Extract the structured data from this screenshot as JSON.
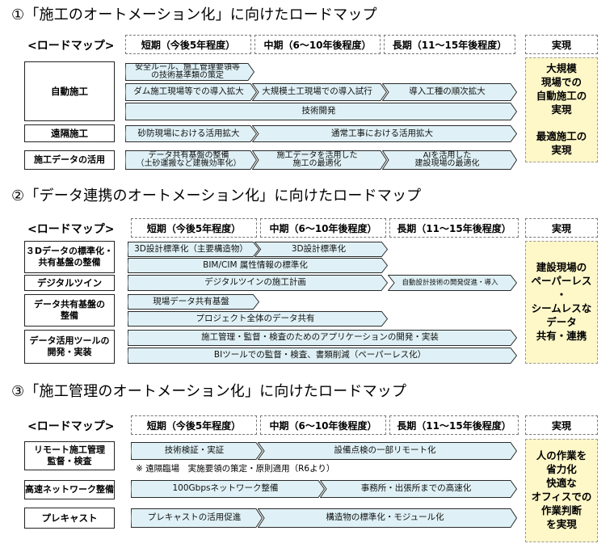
{
  "colors": {
    "bar_fill": "#dff1f6",
    "bar_stroke": "#2a2a2a",
    "result_fill": "#fef7c8"
  },
  "header_labels": {
    "roadmap": "<ロードマップ>",
    "short": "短期（今後5年程度）",
    "mid": "中期（6～10年後程度）",
    "long": "長期（11～15年後程度）",
    "realize": "実現"
  },
  "sections": [
    {
      "title": "①「施工のオートメーション化」に向けたロードマップ",
      "rows": [
        {
          "label": "自動施工"
        },
        {
          "label": "遠隔施工"
        },
        {
          "label": "施工データの活用"
        }
      ],
      "bars": [
        "安全ルール、施工管理要領等\nの技術基準類の策定",
        "ダム施工現場等での導入拡大",
        "大規模土工現場での導入試行",
        "導入工種の順次拡大",
        "技術開発",
        "砂防現場における活用拡大",
        "通常工事における活用拡大",
        "データ共有基盤の整備\n（土砂運搬など建機効率化）",
        "施工データを活用した\n施工の最適化",
        "AIを活用した\n建設現場の最適化"
      ],
      "result": "大規模\n現場での\n自動施工の\n実現\n\n最適施工の\n実現"
    },
    {
      "title": "②「データ連携のオートメーション化」に向けたロードマップ",
      "rows": [
        {
          "label": "３Dデータの標準化・\n共有基盤の整備"
        },
        {
          "label": "デジタルツイン"
        },
        {
          "label": "データ共有基盤の\n整備"
        },
        {
          "label": "データ活用ツールの\n開発・実装"
        }
      ],
      "bars": [
        "3D設計標準化（主要構造物）",
        "3D設計標準化",
        "BIM/CIM 属性情報の標準化",
        "デジタルツインの施工計画",
        "自動設計技術の開発促進・導入",
        "現場データ共有基盤",
        "プロジェクト全体のデータ共有",
        "施工管理・監督・検査のためのアプリケーションの開発・実装",
        "BIツールでの監督・検査、書類削減（ペーパーレス化）"
      ],
      "result": "建設現場の\nペーパーレス\n・\nシームレスな\nデータ\n共有・連携"
    },
    {
      "title": "③「施工管理のオートメーション化」に向けたロードマップ",
      "rows": [
        {
          "label": "リモート施工管理\n監督・検査"
        },
        {
          "label": "高速ネットワーク整備"
        },
        {
          "label": "プレキャスト"
        }
      ],
      "bars": [
        "技術検証・実証",
        "設備点検の一部リモート化",
        "100Gbpsネットワーク整備",
        "事務所・出張所までの高速化",
        "プレキャストの活用促進",
        "構造物の標準化・モジュール化"
      ],
      "note": "※ 遠隔臨場　実施要領の策定・原則適用（R6より）",
      "result": "人の作業を\n省力化\n快適な\nオフィスでの\n作業判断\nを実現"
    }
  ]
}
